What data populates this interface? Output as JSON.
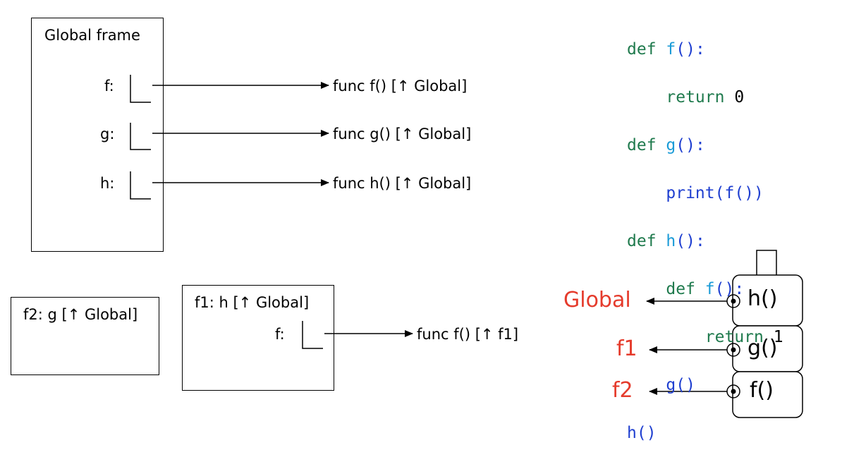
{
  "global_frame": {
    "title": "Global frame",
    "bindings": [
      {
        "name": "f:",
        "value": "func f() [↑ Global]"
      },
      {
        "name": "g:",
        "value": "func g() [↑ Global]"
      },
      {
        "name": "h:",
        "value": "func h() [↑ Global]"
      }
    ]
  },
  "f2_frame": {
    "title": "f2: g [↑ Global]"
  },
  "f1_frame": {
    "title": "f1: h [↑ Global]",
    "bindings": [
      {
        "name": "f:",
        "value": "func f() [↑ f1]"
      }
    ]
  },
  "code": {
    "lines": [
      {
        "def": "def",
        "name": "f",
        "rest": "():"
      },
      {
        "kw": "return",
        "num": "0"
      },
      {
        "def": "def",
        "name": "g",
        "rest": "():"
      },
      {
        "call": "print(f())"
      },
      {
        "def": "def",
        "name": "h",
        "rest": "():"
      },
      {
        "def": "def",
        "name": "f",
        "rest": "():"
      },
      {
        "kw": "return",
        "num": "1"
      },
      {
        "call": "g()"
      },
      {
        "call": "h()"
      }
    ]
  },
  "call_stack": [
    {
      "call": "h()",
      "env": "Global"
    },
    {
      "call": "g()",
      "env": "f1"
    },
    {
      "call": "f()",
      "env": "f2"
    }
  ]
}
